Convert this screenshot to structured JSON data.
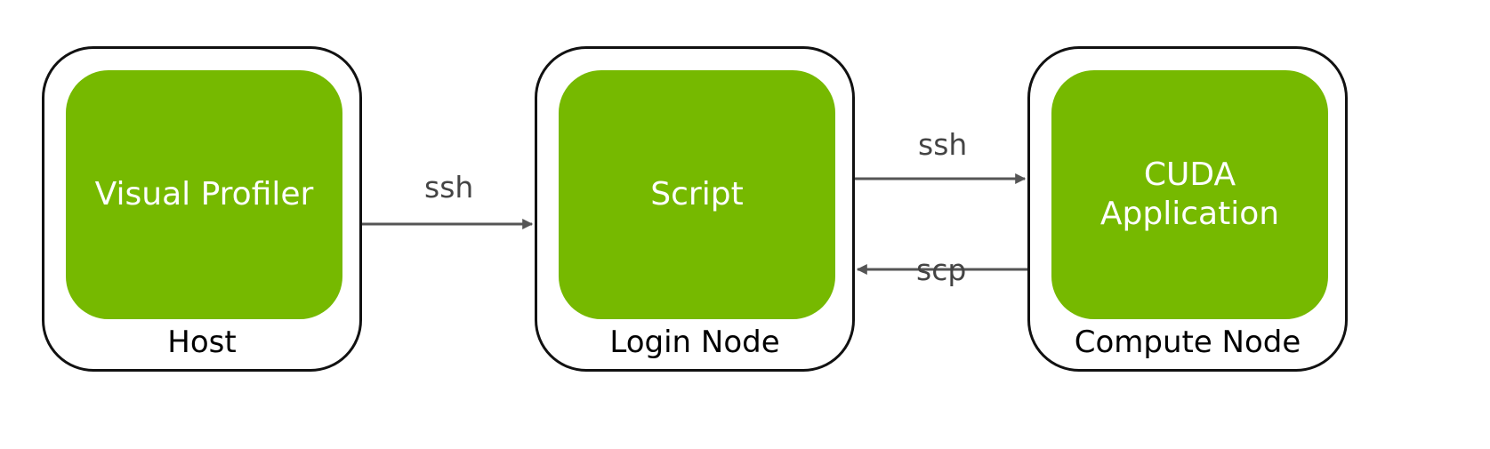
{
  "colors": {
    "inner_fill": "#76b900",
    "border": "#111111",
    "arrow": "#555555",
    "edge_label": "#444444"
  },
  "nodes": {
    "host": {
      "label": "Host",
      "inner_lines": [
        "Visual Profiler"
      ]
    },
    "login": {
      "label": "Login Node",
      "inner_lines": [
        "Script"
      ]
    },
    "compute": {
      "label": "Compute Node",
      "inner_lines": [
        "CUDA",
        "Application"
      ]
    }
  },
  "edges": {
    "host_to_login": {
      "label": "ssh",
      "from": "Host",
      "to": "Login Node"
    },
    "login_to_compute": {
      "label": "ssh",
      "from": "Login Node",
      "to": "Compute Node"
    },
    "compute_to_login": {
      "label": "scp",
      "from": "Compute Node",
      "to": "Login Node"
    }
  }
}
